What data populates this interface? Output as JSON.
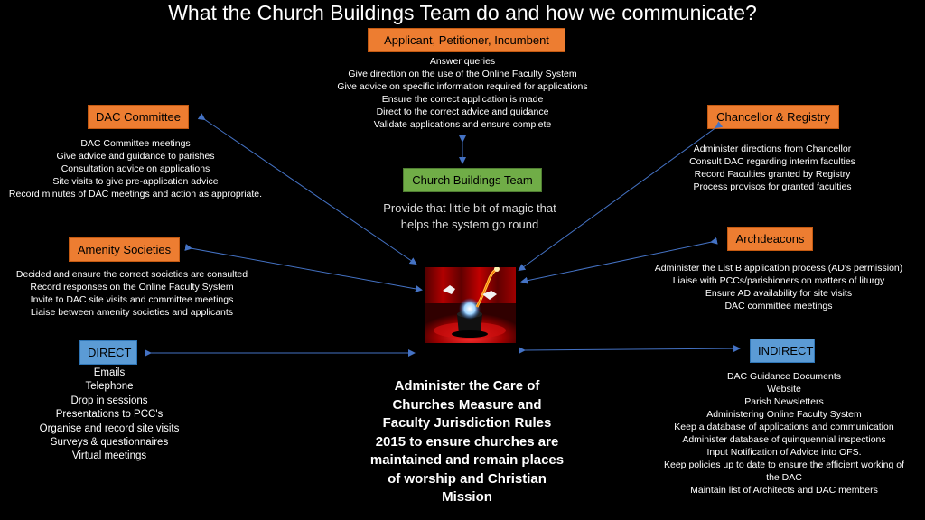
{
  "title": "What the Church Buildings Team do and how we communicate?",
  "applicant": {
    "label": "Applicant, Petitioner, Incumbent",
    "lines": [
      "Answer queries",
      "Give direction on the use of the Online Faculty System",
      "Give advice on specific information required for applications",
      "Ensure the correct application is made",
      "Direct to the correct advice and guidance",
      "Validate applications and ensure complete"
    ]
  },
  "dac": {
    "label": "DAC Committee",
    "lines": [
      "DAC Committee meetings",
      "Give advice and guidance to parishes",
      "Consultation advice on applications",
      "Site visits to give pre-application advice",
      "Record minutes of DAC meetings and action as appropriate."
    ]
  },
  "chancellor": {
    "label": "Chancellor & Registry",
    "lines": [
      "Administer directions from Chancellor",
      "Consult DAC regarding interim faculties",
      "Record Faculties granted by Registry",
      "Process provisos for granted faculties"
    ]
  },
  "cbt": {
    "label": "Church Buildings Team",
    "magic": [
      "Provide that little bit of magic that",
      "helps the system go round"
    ]
  },
  "archdeacons": {
    "label": "Archdeacons",
    "lines": [
      "Administer the List B application process (AD's permission)",
      "Liaise with PCCs/parishioners on matters of liturgy",
      "Ensure AD availability for site visits",
      "DAC committee meetings"
    ]
  },
  "amenity": {
    "label": "Amenity Societies",
    "lines": [
      "Decided and ensure the correct societies are consulted",
      "Record responses on the Online Faculty System",
      "Invite to DAC site visits and committee meetings",
      "Liaise between amenity societies and applicants"
    ]
  },
  "direct": {
    "label": "DIRECT",
    "lines": [
      "Emails",
      "Telephone",
      "Drop in sessions",
      "Presentations to PCC's",
      "Organise and record site visits",
      "Surveys & questionnaires",
      "Virtual meetings"
    ]
  },
  "indirect": {
    "label": "INDIRECT",
    "lines": [
      "DAC Guidance Documents",
      "Website",
      "Parish Newsletters",
      "Administering Online Faculty System",
      "Keep a database of applications and communication",
      "Administer database of quinquennial inspections",
      "Input Notification of Advice into OFS.",
      "Keep policies up to date to ensure the efficient working of",
      "the DAC",
      "Maintain list of Architects and DAC members"
    ]
  },
  "mission": [
    "Administer the Care of",
    "Churches Measure and",
    "Faculty Jurisdiction Rules",
    "2015 to ensure churches are",
    "maintained and remain places",
    "of worship and Christian",
    "Mission"
  ],
  "colors": {
    "box_orange": "#ed7d31",
    "box_green": "#70ad47",
    "box_blue": "#5b9bd5",
    "arrow": "#4472c4",
    "background": "#000000"
  }
}
